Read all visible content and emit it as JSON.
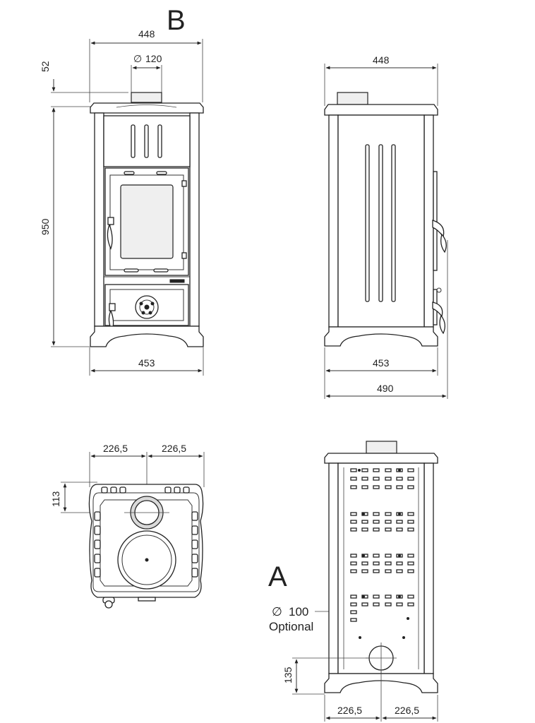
{
  "views": {
    "front": {
      "label": "B",
      "width_top": "448",
      "flue_diameter": "120",
      "flue_height": "52",
      "height": "950",
      "width_base": "453"
    },
    "side": {
      "width_top": "448",
      "width_base": "453",
      "depth": "490"
    },
    "top": {
      "half_left": "226,5",
      "half_right": "226,5",
      "flue_offset": "113"
    },
    "rear": {
      "label": "A",
      "outlet_diameter": "100",
      "outlet_note": "Optional",
      "outlet_height": "135",
      "half_left": "226,5",
      "half_right": "226,5"
    }
  },
  "symbols": {
    "diameter": "∅"
  }
}
